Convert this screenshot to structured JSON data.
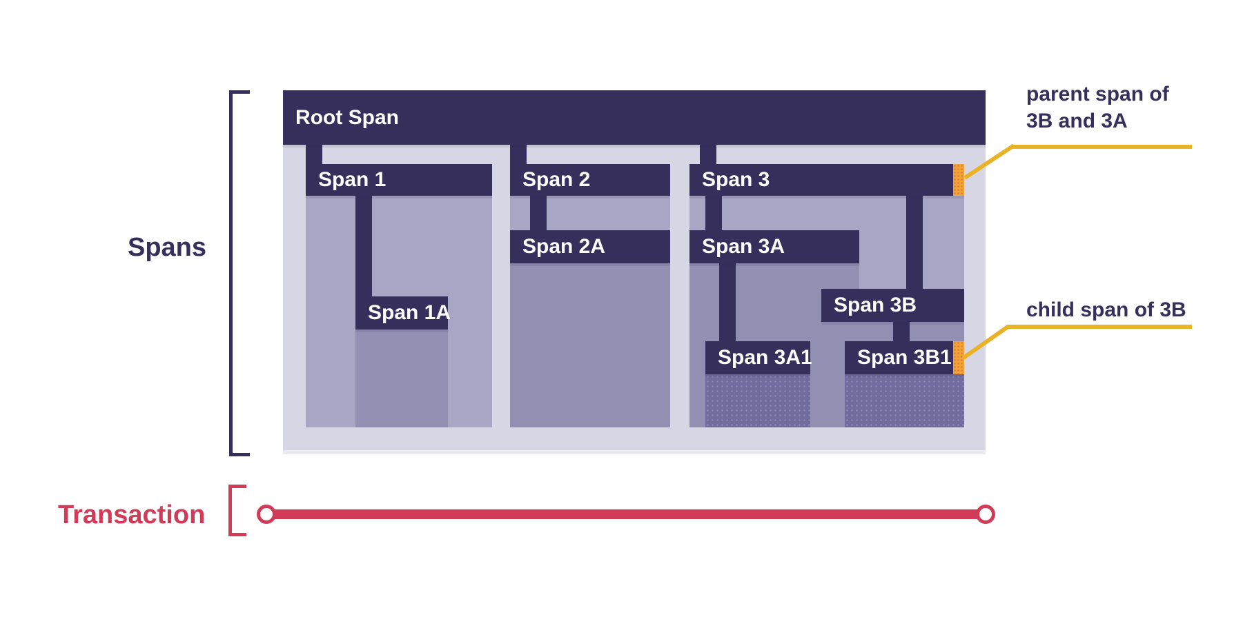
{
  "colors": {
    "dark": "#362e5b",
    "light": "#d7d6e5",
    "regA": "#a9a5c4",
    "regB": "#938fb3",
    "regC": "#716c9e",
    "orange": "#f0a434",
    "yellow": "#eab226",
    "red": "#d23b57",
    "white": "#ffffff"
  },
  "spans": {
    "label": "Spans",
    "root": "Root Span",
    "s1": "Span 1",
    "s1a": "Span 1A",
    "s2": "Span 2",
    "s2a": "Span 2A",
    "s3": "Span 3",
    "s3a": "Span 3A",
    "s3b": "Span 3B",
    "s3a1": "Span 3A1",
    "s3b1": "Span 3B1"
  },
  "annotations": {
    "parent_line1": "parent span of",
    "parent_line2": "3B and 3A",
    "child": "child span of 3B"
  },
  "transaction": {
    "label": "Transaction"
  },
  "hierarchy": {
    "Root Span": [
      "Span 1",
      "Span 2",
      "Span 3"
    ],
    "Span 1": [
      "Span 1A"
    ],
    "Span 2": [
      "Span 2A"
    ],
    "Span 3": [
      "Span 3A",
      "Span 3B"
    ],
    "Span 3A": [
      "Span 3A1"
    ],
    "Span 3B": [
      "Span 3B1"
    ]
  }
}
